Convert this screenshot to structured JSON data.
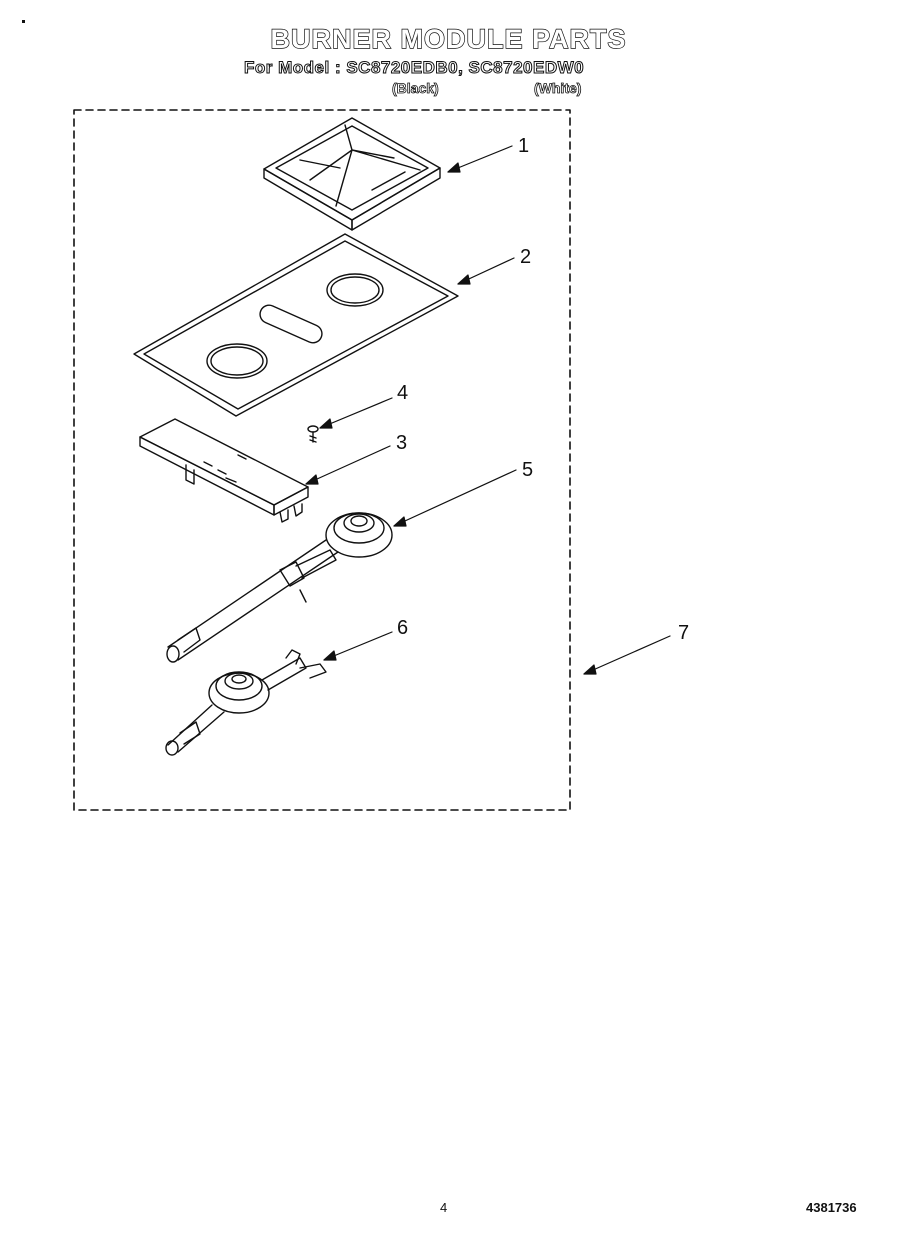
{
  "header": {
    "title": "BURNER MODULE PARTS",
    "subtitle": "For Model : SC8720EDB0, SC8720EDW0",
    "variant_black": "(Black)",
    "variant_white": "(White)"
  },
  "callouts": [
    "1",
    "2",
    "3",
    "4",
    "5",
    "6",
    "7"
  ],
  "footer": {
    "page_number": "4",
    "document_number": "4381736"
  }
}
